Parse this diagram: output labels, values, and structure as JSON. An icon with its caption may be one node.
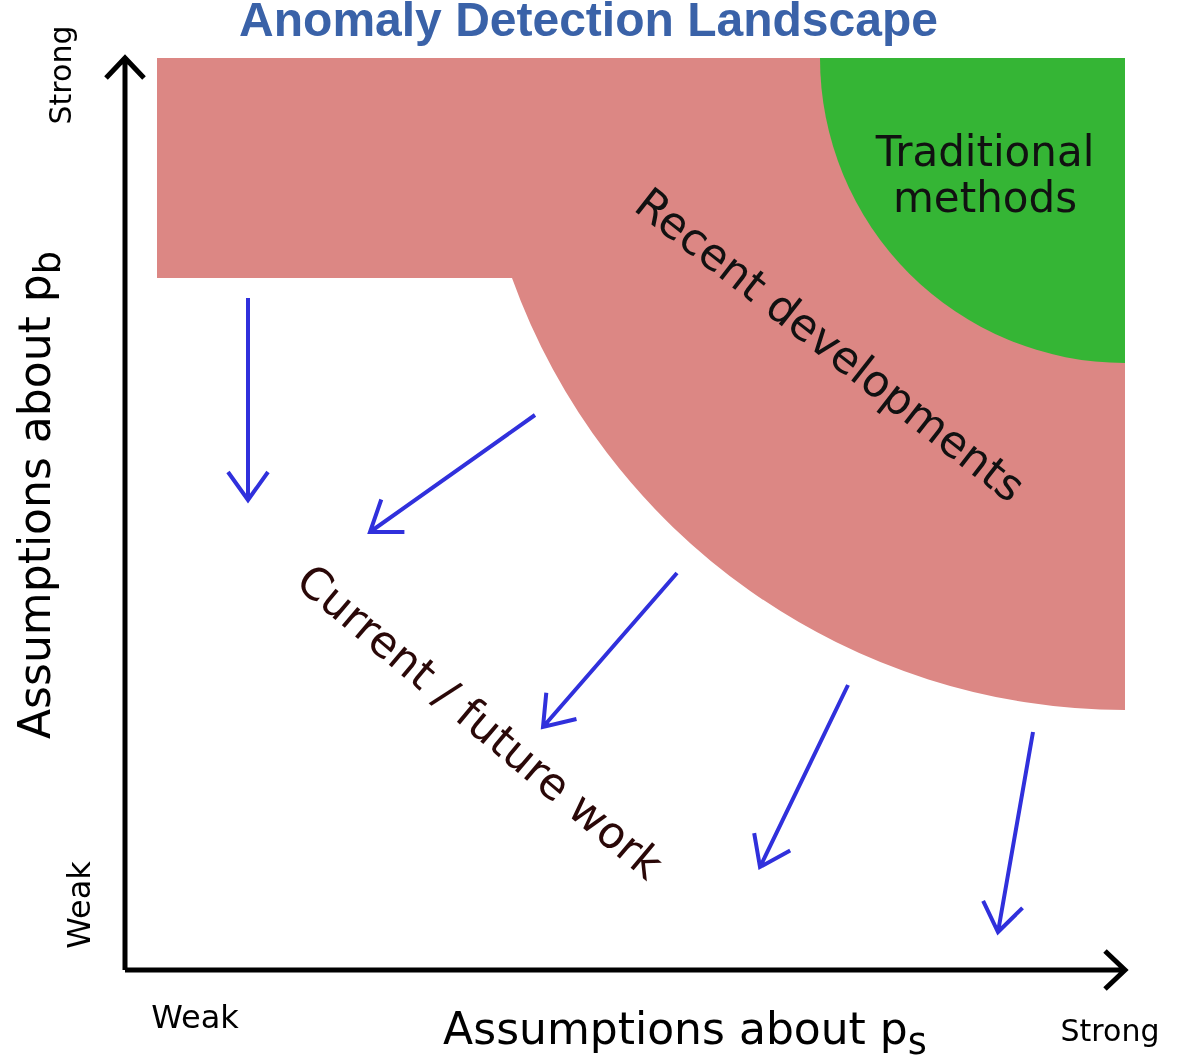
{
  "diagram": {
    "title": "Anomaly Detection Landscape",
    "nodes": [
      {
        "text": [
          "Recent developments"
        ]
      },
      {
        "text": [
          "Traditional methods"
        ],
        "in": 0
      }
    ],
    "edges": [],
    "labels": [
      "Strong",
      "Assumptions about p$_{b}$",
      "Weak",
      "Current / future work",
      "Weak",
      "Assumptions about p$_{s}$",
      "Strong"
    ]
  }
}
